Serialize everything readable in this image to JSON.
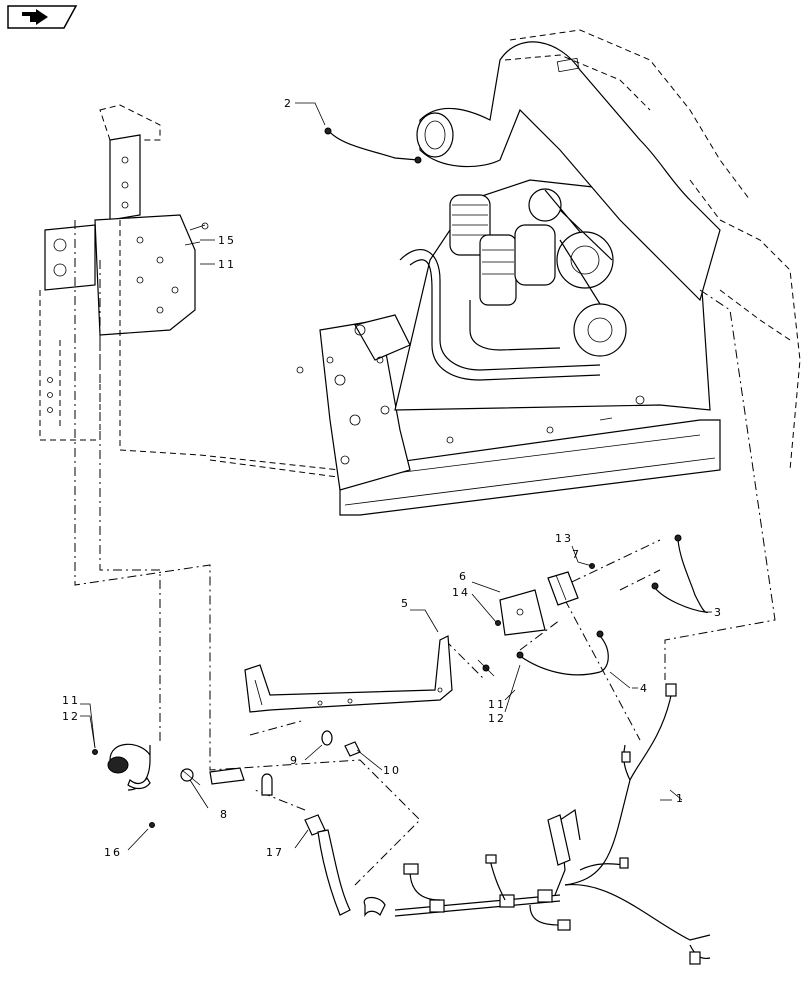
{
  "toolbar": {
    "nav_icon": "page-forward-icon"
  },
  "callouts": [
    {
      "id": "c2",
      "label": "2"
    },
    {
      "id": "c15",
      "label": "15"
    },
    {
      "id": "c11a",
      "label": "11"
    },
    {
      "id": "c13",
      "label": "13"
    },
    {
      "id": "c7",
      "label": "7"
    },
    {
      "id": "c6",
      "label": "6"
    },
    {
      "id": "c14",
      "label": "14"
    },
    {
      "id": "c5",
      "label": "5"
    },
    {
      "id": "c3",
      "label": "3"
    },
    {
      "id": "c4",
      "label": "4"
    },
    {
      "id": "c11b",
      "label": "11"
    },
    {
      "id": "c12b",
      "label": "12"
    },
    {
      "id": "c11c",
      "label": "11"
    },
    {
      "id": "c12c",
      "label": "12"
    },
    {
      "id": "c9",
      "label": "9"
    },
    {
      "id": "c10",
      "label": "10"
    },
    {
      "id": "c8",
      "label": "8"
    },
    {
      "id": "c1",
      "label": "1"
    },
    {
      "id": "c16",
      "label": "16"
    },
    {
      "id": "c17",
      "label": "17"
    }
  ]
}
